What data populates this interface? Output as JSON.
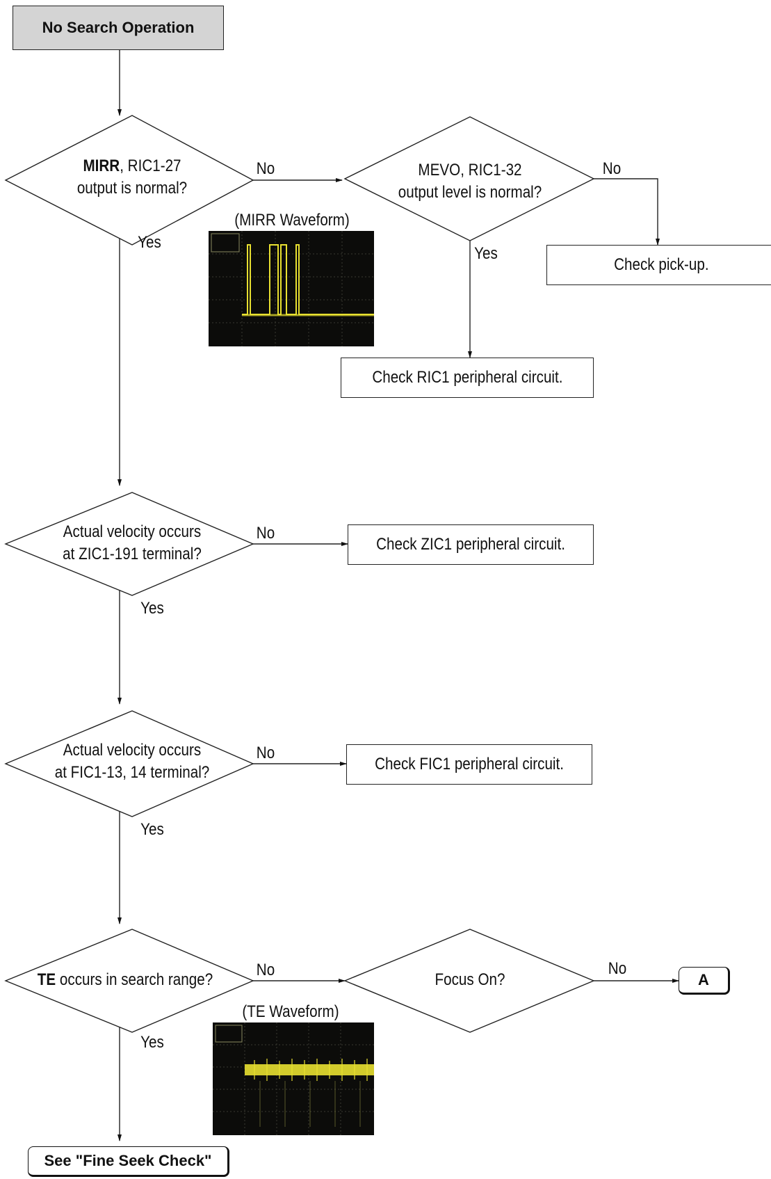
{
  "start": {
    "label": "No Search Operation"
  },
  "decisions": {
    "mirr": {
      "bold": "MIRR",
      "line1_rest": ", RIC1-27",
      "line2": "output is normal?"
    },
    "mevo": {
      "line1": "MEVO, RIC1-32",
      "line2": "output level is normal?"
    },
    "zic": {
      "line1": "Actual velocity occurs",
      "line2": "at ZIC1-191 terminal?"
    },
    "fic": {
      "line1": "Actual velocity occurs",
      "line2": "at FIC1-13, 14 terminal?"
    },
    "te": {
      "bold": "TE",
      "rest": " occurs in search range?"
    },
    "focus": {
      "label": "Focus On?"
    }
  },
  "processes": {
    "pickup": "Check pick-up.",
    "ric1": "Check RIC1 peripheral circuit.",
    "zic1": "Check ZIC1 peripheral circuit.",
    "fic1": "Check FIC1 peripheral circuit."
  },
  "terminals": {
    "a": "A",
    "fine_seek": "See \"Fine Seek Check\""
  },
  "branch_labels": {
    "yes": "Yes",
    "no": "No"
  },
  "waveforms": {
    "mirr": {
      "caption": "(MIRR Waveform)"
    },
    "te": {
      "caption": "(TE Waveform)"
    }
  },
  "colors": {
    "start_fill": "#d4d4d4",
    "trace": "#e8e030",
    "scope_bg": "#0c0c0a"
  }
}
